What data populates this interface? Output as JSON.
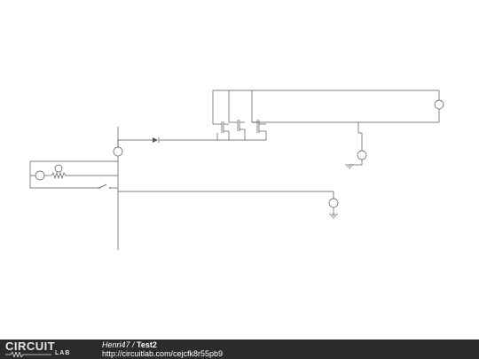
{
  "footer": {
    "logo_main": "CIRCUIT",
    "logo_sub": "LAB",
    "author": "Henri47",
    "separator": " / ",
    "circuit_title": "Test2",
    "url": "http://circuitlab.com/cejcfk8r55pb9"
  },
  "colors": {
    "wire": "#555555",
    "footer_bg": "#2b2b2b"
  }
}
